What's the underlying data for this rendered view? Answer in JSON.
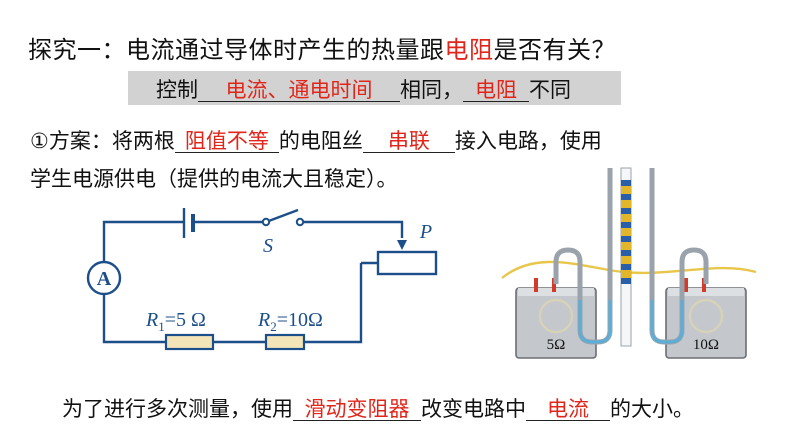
{
  "title": {
    "prefix": "探究一：电流通过导体时产生的热量跟",
    "highlight": "电阻",
    "suffix": "是否有关？"
  },
  "control": {
    "prefix": "控制",
    "blank1": "电流、通电时间",
    "middle": "相同，",
    "blank2": "电阻",
    "suffix": "不同"
  },
  "plan": {
    "prefix": "①方案：将两根",
    "blank1": "阻值不等",
    "middle": "的电阻丝",
    "blank2": "串联",
    "suffix": "接入电路，使用",
    "line2": "学生电源供电（提供的电流大且稳定）。"
  },
  "circuit": {
    "ammeter_label": "A",
    "switch_label": "S",
    "rheostat_label": "P",
    "r1_name": "R",
    "r1_sub": "1",
    "r1_value": "=5 Ω",
    "r2_name": "R",
    "r2_sub": "2",
    "r2_value": "=10Ω"
  },
  "apparatus": {
    "left_resistor": "5Ω",
    "right_resistor": "10Ω"
  },
  "bottom": {
    "prefix": "为了进行多次测量，使用",
    "blank1": "滑动变阻器",
    "middle": "改变电路中",
    "blank2": "电流",
    "suffix": "的大小。"
  },
  "colors": {
    "answer_red": "#e0261b",
    "bar_gray": "#d2d2d2",
    "wire_blue": "#1c4f8a",
    "resistor_fill": "#f3e5b8",
    "water_blue": "#5aaed8"
  }
}
